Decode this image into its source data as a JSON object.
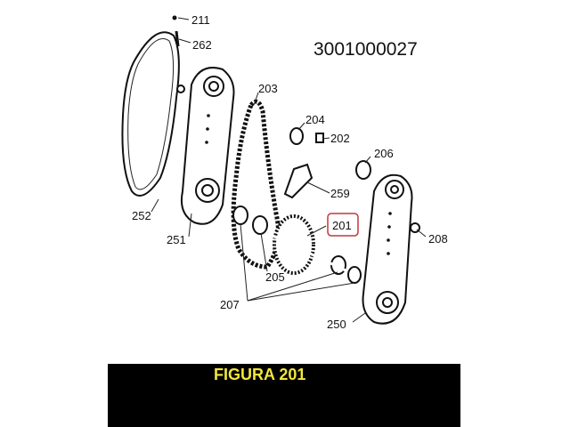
{
  "diagram": {
    "part_code": "3001000027",
    "figure_title": "FIGURA 201",
    "highlight_color": "#c0393b",
    "title_color": "#f2e63a",
    "callouts": [
      "211",
      "262",
      "203",
      "204",
      "202",
      "206",
      "259",
      "201",
      "252",
      "251",
      "208",
      "205",
      "207",
      "250"
    ]
  }
}
